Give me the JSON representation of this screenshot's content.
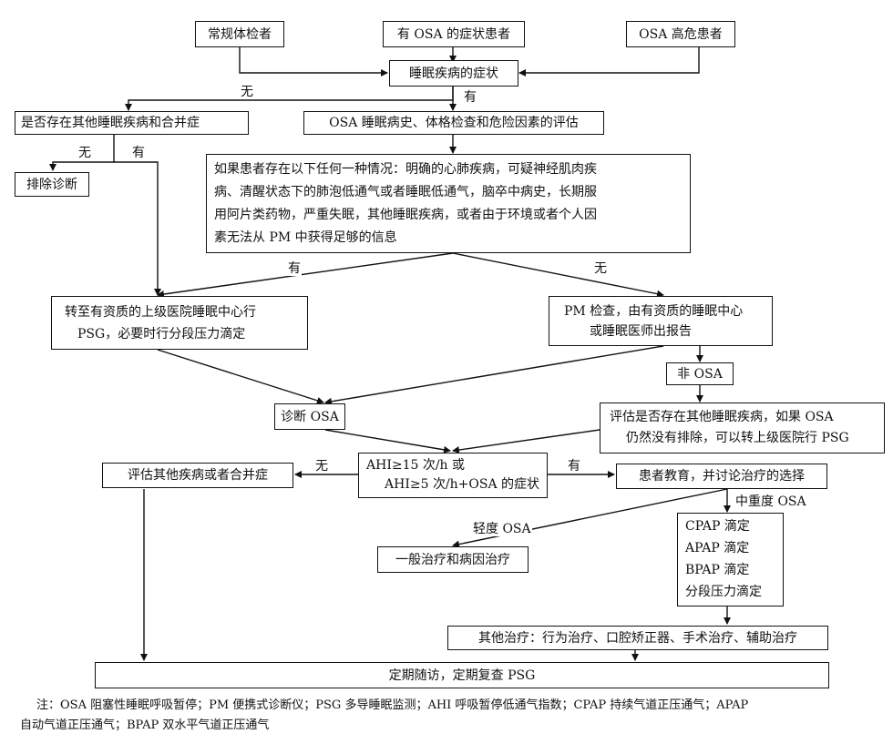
{
  "boxes": {
    "routine": "常规体检者",
    "osa_symptom": "有 OSA 的症状患者",
    "osa_risk": "OSA 高危患者",
    "sleep_symptom": "睡眠疾病的症状",
    "other_disease_q": "是否存在其他睡眠疾病和合并症",
    "evaluation": "OSA 睡眠病史、体格检查和危险因素的评估",
    "exclude": "排除诊断",
    "conditions": [
      "如果患者存在以下任何一种情况：明确的心肺疾病，可疑神经肌肉疾",
      "病、清醒状态下的肺泡低通气或者睡眠低通气，脑卒中病史，长期服",
      "用阿片类药物，严重失眠，其他睡眠疾病，或者由于环境或者个人因",
      "素无法从 PM 中获得足够的信息"
    ],
    "refer_psg": [
      "转至有资质的上级医院睡眠中心行",
      "PSG，必要时行分段压力滴定"
    ],
    "pm_exam": [
      "PM 检查，由有资质的睡眠中心",
      "或睡眠医师出报告"
    ],
    "non_osa": "非 OSA",
    "diag_osa": "诊断 OSA",
    "eval_other": [
      "评估是否存在其他睡眠疾病，如果 OSA",
      "仍然没有排除，可以转上级医院行 PSG"
    ],
    "ahi": [
      "AHI≥15 次/h 或",
      "AHI≥5 次/h+OSA 的症状"
    ],
    "eval_comorbid": "评估其他疾病或者合并症",
    "patient_edu": "患者教育，并讨论治疗的选择",
    "general_tx": "一般治疗和病因治疗",
    "titration": [
      "CPAP 滴定",
      "APAP 滴定",
      "BPAP 滴定",
      "分段压力滴定"
    ],
    "other_tx": "其他治疗：行为治疗、口腔矫正器、手术治疗、辅助治疗",
    "followup": "定期随访，定期复查 PSG"
  },
  "labels": {
    "no_1": "无",
    "yes_1": "有",
    "no_2": "无",
    "yes_2": "有",
    "yes_3": "有",
    "no_3": "无",
    "no_4": "无",
    "yes_4": "有",
    "moderate_severe": "中重度 OSA",
    "mild": "轻度 OSA"
  },
  "note": [
    "注：OSA 阻塞性睡眠呼吸暂停；PM 便携式诊断仪；PSG 多导睡眠监测；AHI 呼吸暂停低通气指数；CPAP 持续气道正压通气；APAP",
    "自动气道正压通气；BPAP 双水平气道正压通气"
  ]
}
